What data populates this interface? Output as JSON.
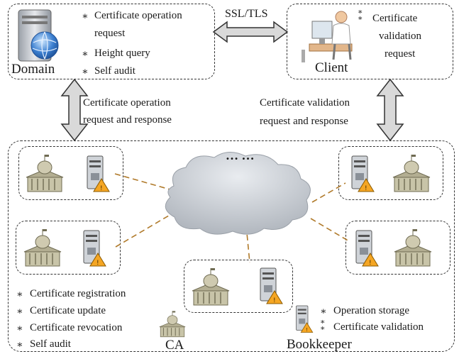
{
  "domain_box": {
    "label": "Domain",
    "bullets": [
      "Certificate operation",
      "request",
      "Height query",
      "Self audit"
    ]
  },
  "protocol": {
    "label": "SSL/TLS"
  },
  "client_box": {
    "label": "Client",
    "bullets": [
      "Certificate",
      "validation",
      "request"
    ]
  },
  "left_link": {
    "line1": "Certificate operation",
    "line2": "request and response"
  },
  "right_link": {
    "line1": "Certificate validation",
    "line2": "request and response"
  },
  "network": {
    "ellipsis": "… …"
  },
  "ca_legend": {
    "items": [
      "Certificate registration",
      "Certificate update",
      "Certificate revocation",
      "Self audit"
    ],
    "label": "CA"
  },
  "bookkeeper_legend": {
    "items": [
      "Operation storage",
      "Certificate validation"
    ],
    "label": "Bookkeeper"
  },
  "colors": {
    "border": "#333333",
    "arrow_fill": "#d9d9d9",
    "link": "#b07a2a",
    "cloud": "#c8ccd2"
  },
  "icons": [
    "server-globe-icon",
    "user-at-computer-icon",
    "capitol-building-icon",
    "server-warning-icon",
    "cloud-icon"
  ]
}
